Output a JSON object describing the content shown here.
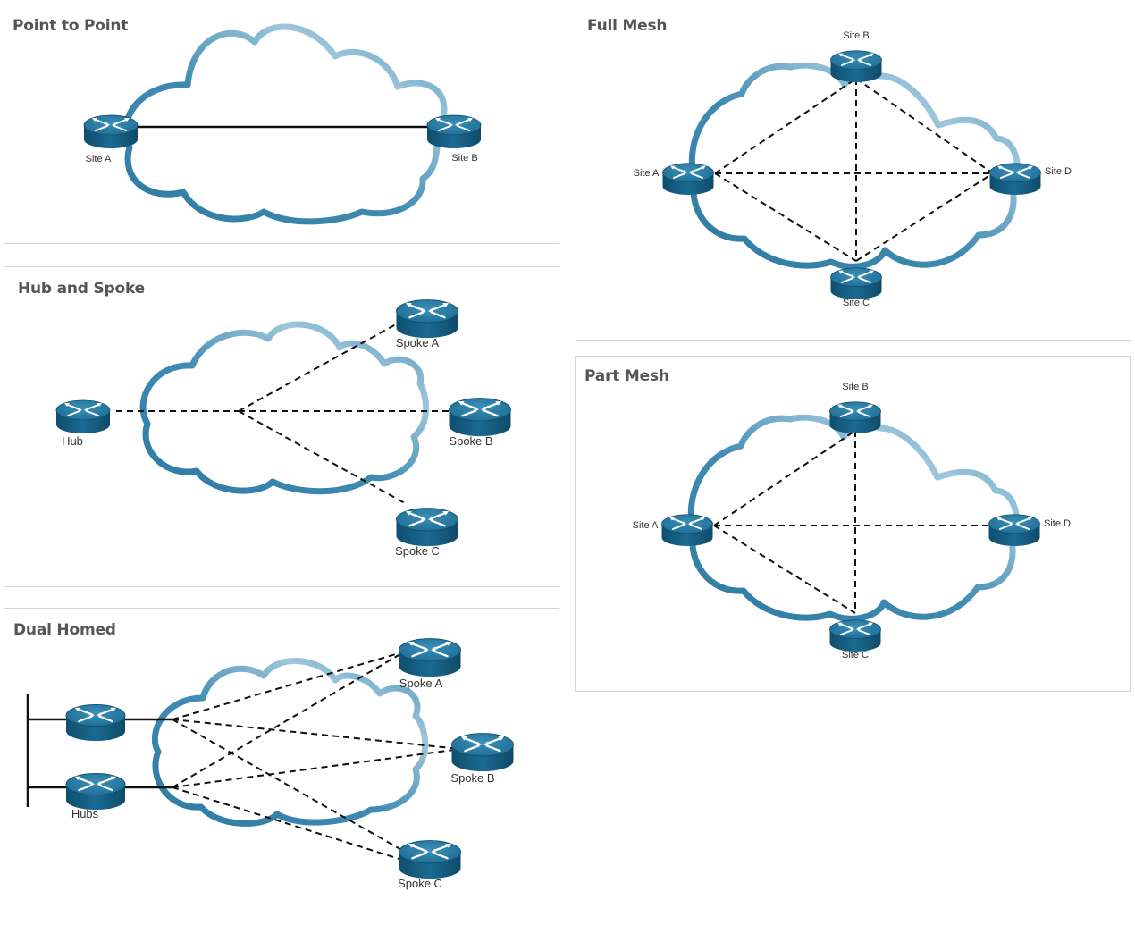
{
  "panels": {
    "p2p": {
      "title": "Point to Point",
      "labels": {
        "site_a": "Site A",
        "site_b": "Site B"
      }
    },
    "hub_spoke": {
      "title": "Hub and Spoke",
      "labels": {
        "hub": "Hub",
        "spoke_a": "Spoke A",
        "spoke_b": "Spoke B",
        "spoke_c": "Spoke C"
      }
    },
    "dual_homed": {
      "title": "Dual Homed",
      "labels": {
        "hubs": "Hubs",
        "spoke_a": "Spoke A",
        "spoke_b": "Spoke B",
        "spoke_c": "Spoke C"
      }
    },
    "full_mesh": {
      "title": "Full Mesh",
      "labels": {
        "site_a": "Site A",
        "site_b": "Site B",
        "site_c": "Site C",
        "site_d": "Site D"
      }
    },
    "part_mesh": {
      "title": "Part Mesh",
      "labels": {
        "site_a": "Site A",
        "site_b": "Site B",
        "site_c": "Site C",
        "site_d": "Site D"
      }
    }
  },
  "colors": {
    "cloud_dark": "#2f7aa3",
    "cloud_light": "#b7d6e6",
    "router_top": "#1f6f95",
    "router_side": "#155576",
    "panel_border": "#d4d4d4",
    "title_text": "#555555"
  },
  "icons": {
    "router": "router-icon",
    "cloud": "wan-cloud"
  }
}
